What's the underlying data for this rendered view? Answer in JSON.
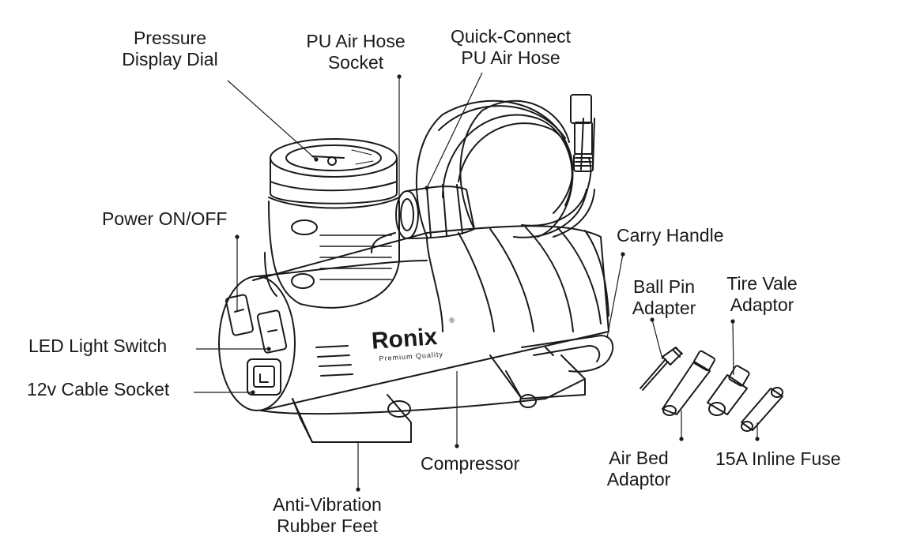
{
  "labels": {
    "pressure_dial": [
      "Pressure",
      "Display Dial"
    ],
    "hose_socket": [
      "PU Air Hose",
      "Socket"
    ],
    "quick_connect": [
      "Quick-Connect",
      "PU Air Hose"
    ],
    "power_switch": "Power ON/OFF",
    "carry_handle": "Carry Handle",
    "ball_pin": [
      "Ball Pin",
      "Adapter"
    ],
    "tire_valve": [
      "Tire Vale",
      "Adaptor"
    ],
    "led_switch": "LED Light Switch",
    "cable_socket": "12v Cable Socket",
    "compressor": "Compressor",
    "air_bed": [
      "Air Bed",
      "Adaptor"
    ],
    "fuse": "15A Inline Fuse",
    "rubber_feet": [
      "Anti-Vibration",
      "Rubber Feet"
    ]
  },
  "brand": {
    "name": "Ronix",
    "tagline": "Premium Quality",
    "mark": "®"
  }
}
